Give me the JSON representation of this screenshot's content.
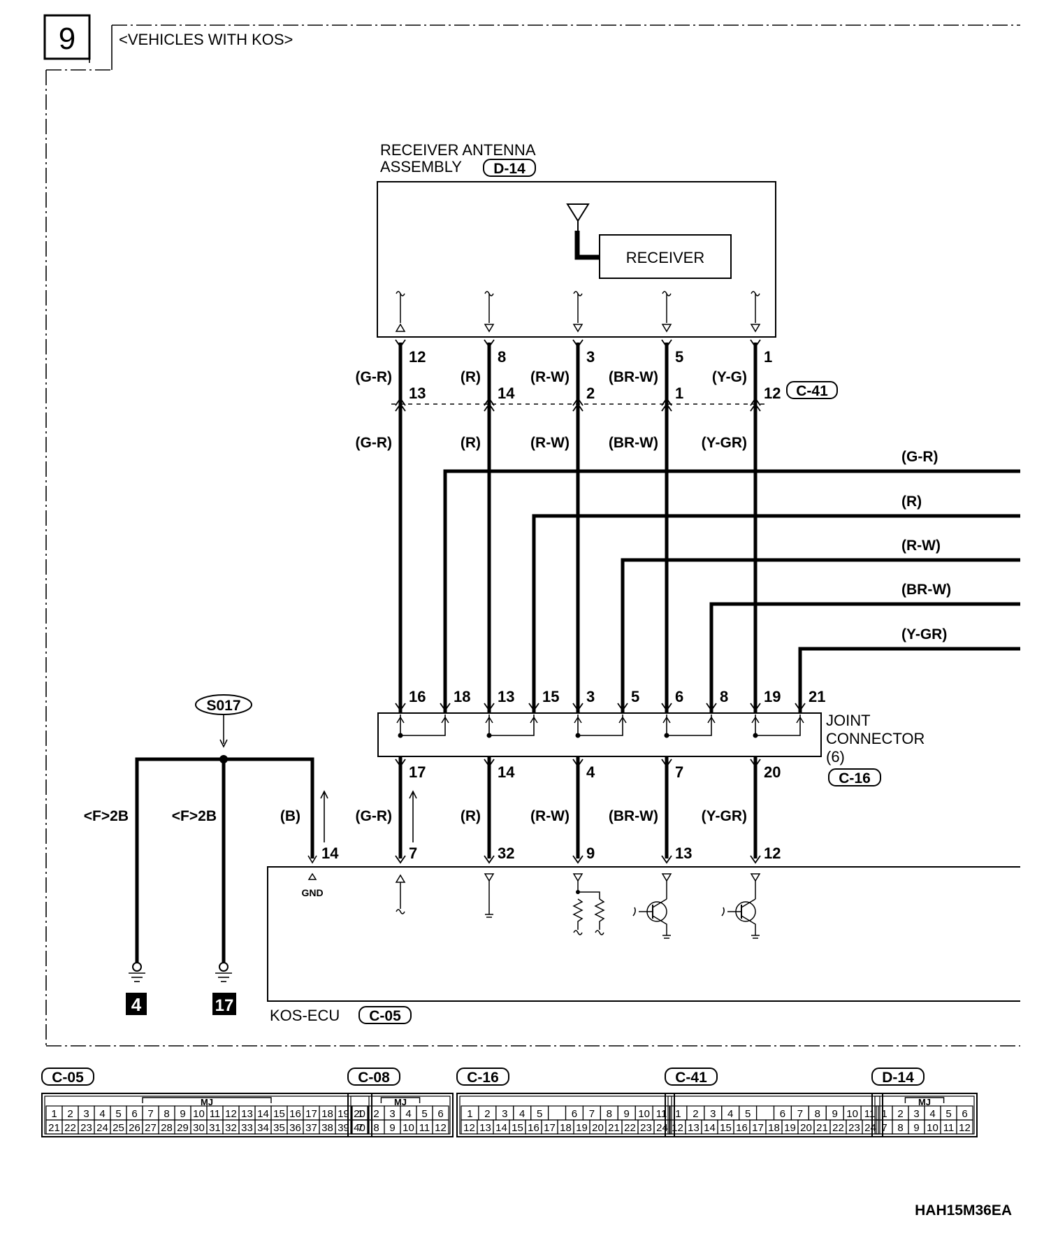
{
  "section_number": "9",
  "section_title": "<VEHICLES WITH KOS>",
  "receiver_assembly": {
    "title_line1": "RECEIVER ANTENNA",
    "title_line2": "ASSEMBLY",
    "connector": "D-14",
    "inner_label": "RECEIVER"
  },
  "top_wires": [
    {
      "pin_top": "12",
      "color_top": "(G-R)",
      "pin_c41": "13",
      "color_mid": "(G-R)"
    },
    {
      "pin_top": "8",
      "color_top": "(R)",
      "pin_c41": "14",
      "color_mid": "(R)"
    },
    {
      "pin_top": "3",
      "color_top": "(R-W)",
      "pin_c41": "2",
      "color_mid": "(R-W)"
    },
    {
      "pin_top": "5",
      "color_top": "(BR-W)",
      "pin_c41": "1",
      "color_mid": "(BR-W)"
    },
    {
      "pin_top": "1",
      "color_top": "(Y-G)",
      "pin_c41": "12",
      "color_mid": "(Y-GR)"
    }
  ],
  "c41_connector": "C-41",
  "branch_wires": [
    "(G-R)",
    "(R)",
    "(R-W)",
    "(BR-W)",
    "(Y-GR)"
  ],
  "joint_connector": {
    "title_line1": "JOINT",
    "title_line2": "CONNECTOR",
    "title_line3": "(6)",
    "connector": "C-16",
    "top_pins": [
      "16",
      "18",
      "13",
      "15",
      "3",
      "5",
      "6",
      "8",
      "19",
      "21"
    ],
    "bottom_pins": [
      "17",
      "14",
      "4",
      "7",
      "20"
    ]
  },
  "ecu_wires": [
    {
      "color": "(G-R)",
      "pin": "7"
    },
    {
      "color": "(R)",
      "pin": "32"
    },
    {
      "color": "(R-W)",
      "pin": "9"
    },
    {
      "color": "(BR-W)",
      "pin": "13"
    },
    {
      "color": "(Y-GR)",
      "pin": "12"
    }
  ],
  "ground_wire": {
    "color": "(B)",
    "pin": "14",
    "label": "GND"
  },
  "splice": "S017",
  "ground_branches": [
    {
      "label": "<F>2B",
      "ground_point": "4"
    },
    {
      "label": "<F>2B",
      "ground_point": "17"
    }
  ],
  "ecu": {
    "name": "KOS-ECU",
    "connector": "C-05"
  },
  "connector_views": [
    {
      "id": "C-05",
      "tag": "MJ",
      "row1": [
        "1",
        "2",
        "3",
        "4",
        "5",
        "6",
        "7",
        "8",
        "9",
        "10",
        "11",
        "12",
        "13",
        "14",
        "15",
        "16",
        "17",
        "18",
        "19",
        "20"
      ],
      "row2": [
        "21",
        "22",
        "23",
        "24",
        "25",
        "26",
        "27",
        "28",
        "29",
        "30",
        "31",
        "32",
        "33",
        "34",
        "35",
        "36",
        "37",
        "38",
        "39",
        "40"
      ]
    },
    {
      "id": "C-08",
      "tag": "MJ",
      "row1": [
        "1",
        "2",
        "3",
        "4",
        "5",
        "6"
      ],
      "row2": [
        "7",
        "8",
        "9",
        "10",
        "11",
        "12"
      ]
    },
    {
      "id": "C-16",
      "tag": "",
      "row1": [
        "1",
        "2",
        "3",
        "4",
        "5",
        "",
        "6",
        "7",
        "8",
        "9",
        "10",
        "11"
      ],
      "row2": [
        "12",
        "13",
        "14",
        "15",
        "16",
        "17",
        "18",
        "19",
        "20",
        "21",
        "22",
        "23",
        "24"
      ]
    },
    {
      "id": "C-41",
      "tag": "",
      "row1": [
        "1",
        "2",
        "3",
        "4",
        "5",
        "",
        "6",
        "7",
        "8",
        "9",
        "10",
        "11"
      ],
      "row2": [
        "12",
        "13",
        "14",
        "15",
        "16",
        "17",
        "18",
        "19",
        "20",
        "21",
        "22",
        "23",
        "24"
      ]
    },
    {
      "id": "D-14",
      "tag": "MJ",
      "row1": [
        "1",
        "2",
        "3",
        "4",
        "5",
        "6"
      ],
      "row2": [
        "7",
        "8",
        "9",
        "10",
        "11",
        "12"
      ]
    }
  ],
  "figure_code": "HAH15M36EA"
}
